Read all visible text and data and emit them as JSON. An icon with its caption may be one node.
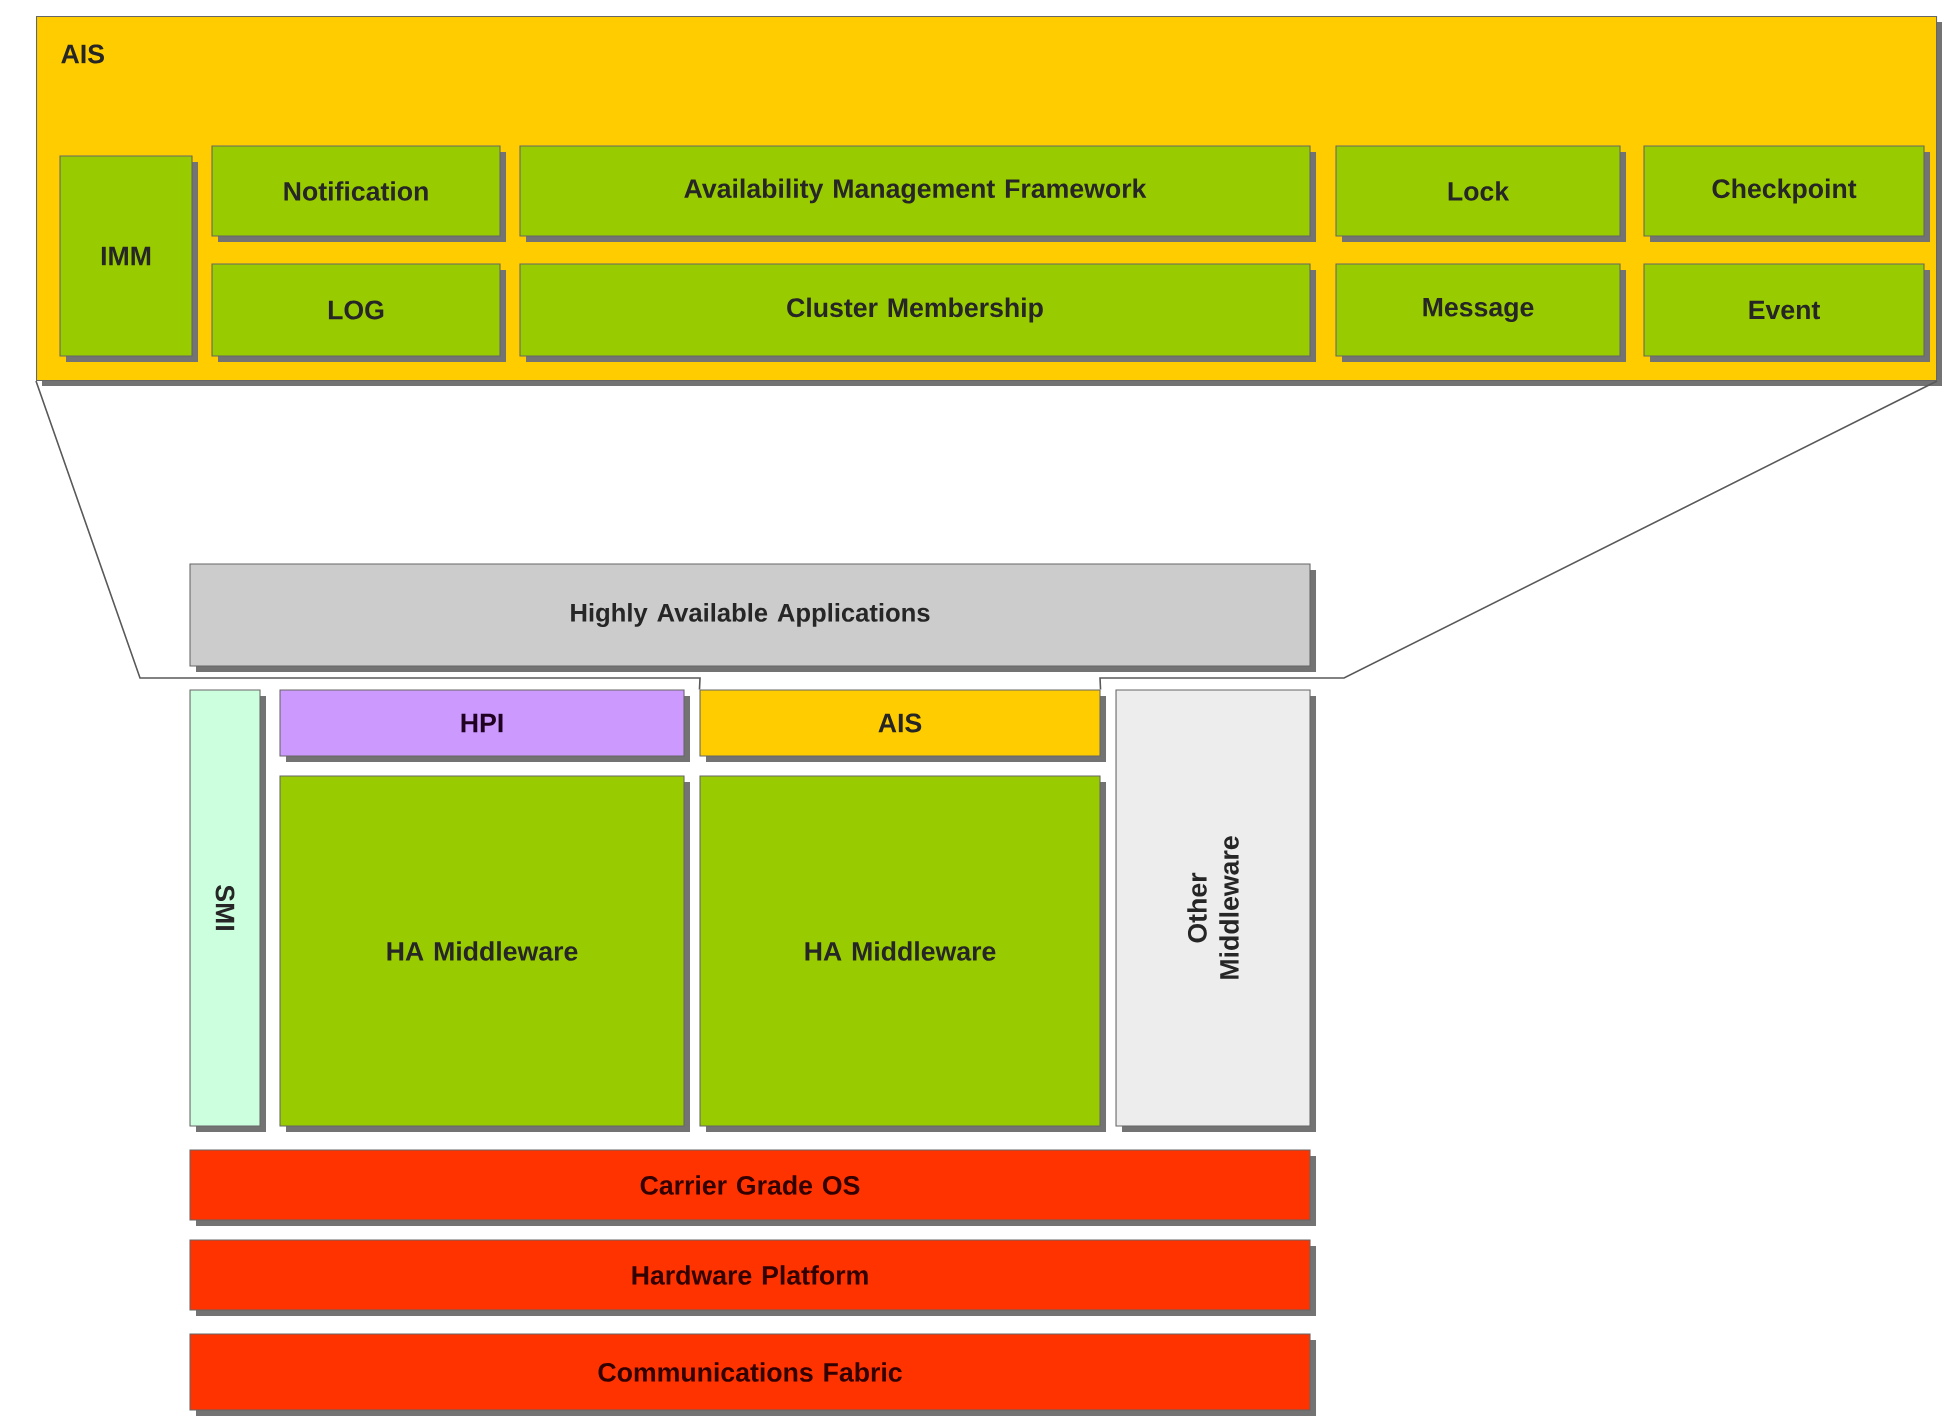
{
  "diagram": {
    "nodes": [
      {
        "text": [
          "AIS"
        ]
      },
      {
        "text": [
          "IMM"
        ],
        "in": 0
      },
      {
        "text": [
          "Notification"
        ],
        "in": 0
      },
      {
        "text": [
          "Availability Management Framework"
        ],
        "in": 0
      },
      {
        "text": [
          "Lock"
        ],
        "in": 0
      },
      {
        "text": [
          "Checkpoint"
        ],
        "in": 0
      },
      {
        "text": [
          "LOG"
        ],
        "in": 0
      },
      {
        "text": [
          "Cluster Membership"
        ],
        "in": 0
      },
      {
        "text": [
          "Message"
        ],
        "in": 0
      },
      {
        "text": [
          "Event"
        ],
        "in": 0
      },
      {
        "text": [
          "Highly Available Applications"
        ]
      },
      {
        "text": [
          "SMI"
        ]
      },
      {
        "text": [
          "HPI"
        ]
      },
      {
        "text": [
          "AIS"
        ]
      },
      {
        "text": [
          "HA Middleware"
        ]
      },
      {
        "text": [
          "HA Middleware"
        ]
      },
      {
        "text": [
          "Other Middleware"
        ]
      },
      {
        "text": [
          "Carrier Grade OS"
        ]
      },
      {
        "text": [
          "Hardware Platform"
        ]
      },
      {
        "text": [
          "Communications Fabric"
        ]
      }
    ],
    "edges": [
      {
        "from": 0,
        "to": 13,
        "arrow": "none"
      },
      {
        "from": 0,
        "to": 13,
        "arrow": "none"
      }
    ]
  }
}
